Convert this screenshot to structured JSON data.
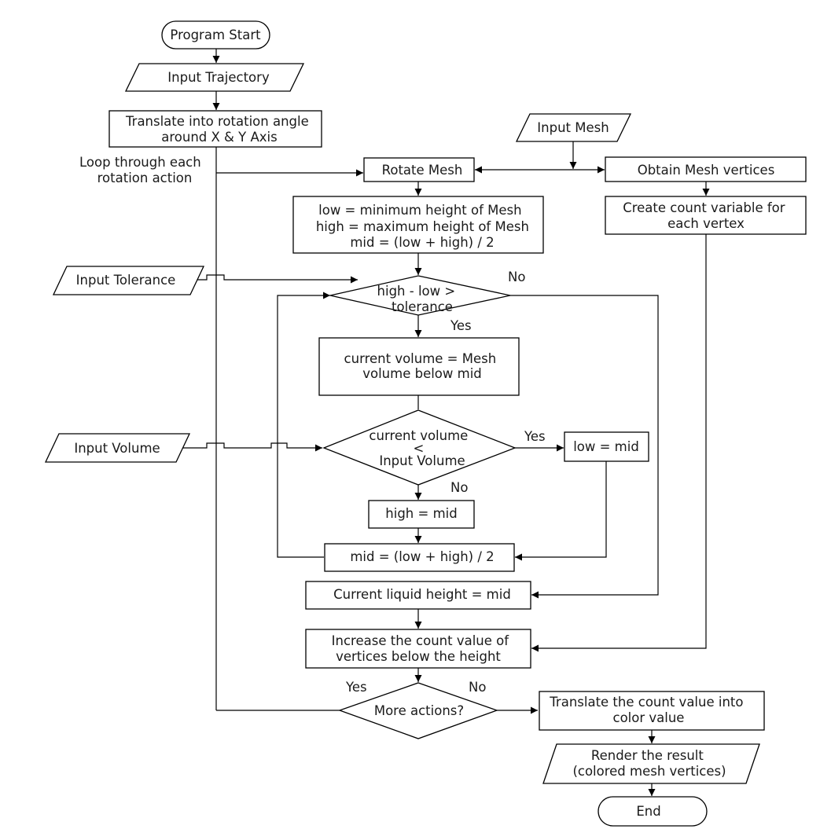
{
  "flowchart": {
    "nodes": {
      "program_start": {
        "lines": [
          "Program Start"
        ]
      },
      "input_trajectory": {
        "lines": [
          "Input Trajectory"
        ]
      },
      "translate_rotation": {
        "lines": [
          "Translate into rotation angle",
          "around X & Y Axis"
        ]
      },
      "input_mesh": {
        "lines": [
          "Input Mesh"
        ]
      },
      "rotate_mesh": {
        "lines": [
          "Rotate Mesh"
        ]
      },
      "obtain_vertices": {
        "lines": [
          "Obtain Mesh vertices"
        ]
      },
      "init_heights": {
        "lines": [
          "low = minimum height of Mesh",
          "high = maximum height of Mesh",
          "mid = (low + high) / 2"
        ]
      },
      "count_variable": {
        "lines": [
          "Create count variable for",
          "each vertex"
        ]
      },
      "input_tolerance": {
        "lines": [
          "Input Tolerance"
        ]
      },
      "tolerance_check": {
        "lines": [
          "high - low >",
          "tolerance"
        ]
      },
      "current_volume": {
        "lines": [
          "current volume = Mesh",
          "volume below mid"
        ]
      },
      "input_volume": {
        "lines": [
          "Input Volume"
        ]
      },
      "volume_check": {
        "lines": [
          "current volume",
          "<",
          "Input Volume"
        ]
      },
      "low_mid": {
        "lines": [
          "low = mid"
        ]
      },
      "high_mid": {
        "lines": [
          "high = mid"
        ]
      },
      "mid_update": {
        "lines": [
          "mid = (low + high) / 2"
        ]
      },
      "liquid_height": {
        "lines": [
          "Current liquid height = mid"
        ]
      },
      "increase_count": {
        "lines": [
          "Increase the count value of",
          "vertices below the height"
        ]
      },
      "more_actions": {
        "lines": [
          "More actions?"
        ]
      },
      "translate_color": {
        "lines": [
          "Translate the count value into",
          "color value"
        ]
      },
      "render_result": {
        "lines": [
          "Render the result",
          "(colored mesh vertices)"
        ]
      },
      "end": {
        "lines": [
          "End"
        ]
      }
    },
    "edge_labels": {
      "loop": [
        "Loop through each",
        "rotation action"
      ],
      "tolerance_no": "No",
      "tolerance_yes": "Yes",
      "volume_yes": "Yes",
      "volume_no": "No",
      "more_yes": "Yes",
      "more_no": "No"
    }
  }
}
